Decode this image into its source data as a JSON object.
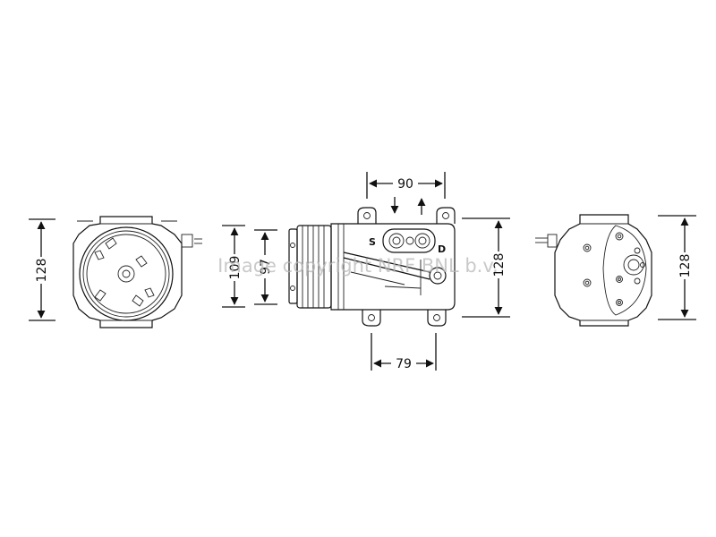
{
  "dimensions": {
    "front_height": "128",
    "side_height_outer": "109",
    "side_height_inner": "97",
    "side_body_height": "128",
    "port_spacing": "90",
    "mount_spacing": "79",
    "rear_height": "128"
  },
  "ports": {
    "suction": "S",
    "discharge": "D"
  },
  "watermark": "Image copyright NRF BNL b.v."
}
